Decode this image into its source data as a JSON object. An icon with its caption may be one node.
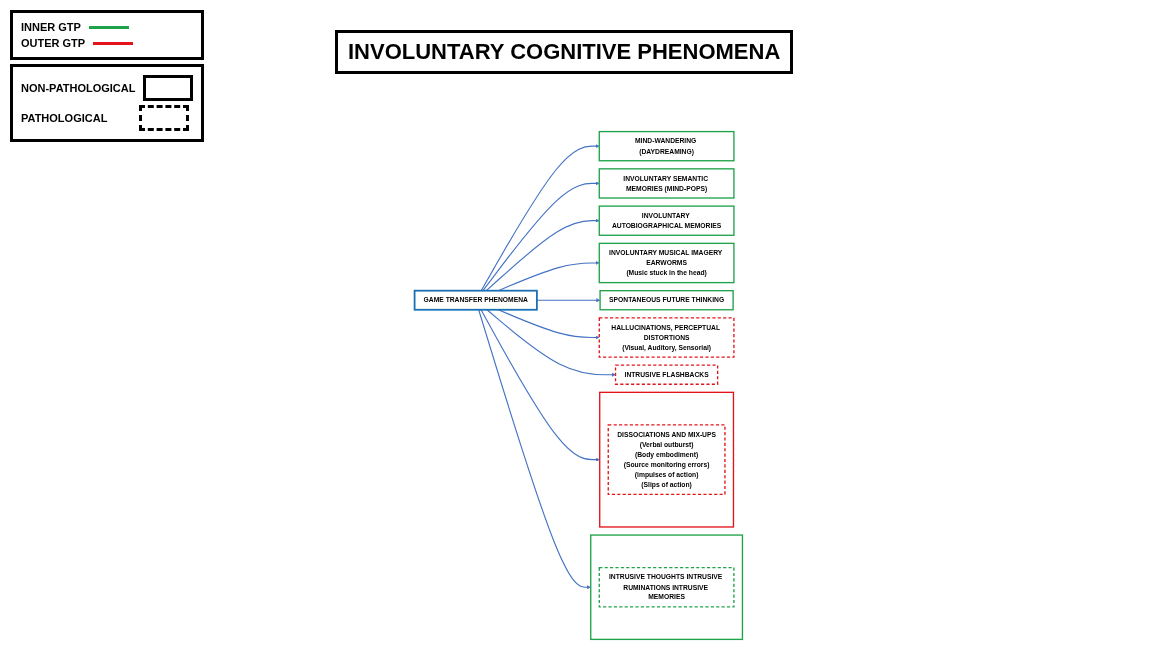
{
  "diagram": {
    "title": "INVOLUNTARY COGNITIVE PHENOMENA",
    "nodes": [
      {
        "text": [
          "GAME TRANSFER PHENOMENA"
        ]
      },
      {
        "text": [
          "MIND-WANDERING (DAYDREAMING)"
        ]
      },
      {
        "text": [
          "INVOLUNTARY SEMANTIC MEMORIES (MIND-POPS)"
        ]
      },
      {
        "text": [
          "INVOLUNTARY AUTOBIOGRAPHICAL MEMORIES"
        ]
      },
      {
        "text": [
          "INVOLUNTARY MUSICAL IMAGERY EARWORMS",
          "(Music stuck in the head)"
        ]
      },
      {
        "text": [
          "SPONTANEOUS FUTURE THINKING"
        ]
      },
      {
        "text": [],
        "shape": "box"
      },
      {
        "text": [
          "DISSOCIATIONS AND MIX-UPS",
          "(Verbal outburst)",
          "(Body embodiment)",
          "(Source monitoring errors)",
          "(impulses of action)",
          "(Slips of action)"
        ],
        "in": 6
      },
      {
        "text": [
          "HALLUCINATIONS, PERCEPTUAL DISTORTIONS",
          "(Visual, Auditory, Sensorial)"
        ]
      },
      {
        "text": [
          "INTRUSIVE FLASHBACKS"
        ]
      },
      {
        "text": [],
        "shape": "box"
      },
      {
        "text": [
          "INTRUSIVE THOUGHTS INTRUSIVE RUMINATIONS INTRUSIVE MEMORIES"
        ],
        "in": 10
      }
    ],
    "edges": [
      {
        "from": 0,
        "to": 1,
        "arrow": "to"
      },
      {
        "from": 0,
        "to": 2,
        "arrow": "to"
      },
      {
        "from": 0,
        "to": 3,
        "arrow": "to"
      },
      {
        "from": 0,
        "to": 4,
        "arrow": "to"
      },
      {
        "from": 0,
        "to": 5,
        "arrow": "to"
      },
      {
        "from": 0,
        "to": 6,
        "arrow": "to"
      },
      {
        "from": 0,
        "to": 8,
        "arrow": "to"
      },
      {
        "from": 0,
        "to": 9,
        "arrow": "to"
      },
      {
        "from": 0,
        "to": 10,
        "arrow": "to"
      }
    ],
    "legend": [
      {
        "text": "INNER GTP"
      },
      {
        "text": "OUTER GTP"
      },
      {
        "text": "NON-PATHOLOGICAL"
      },
      {
        "text": "PATHOLOGICAL"
      }
    ]
  }
}
